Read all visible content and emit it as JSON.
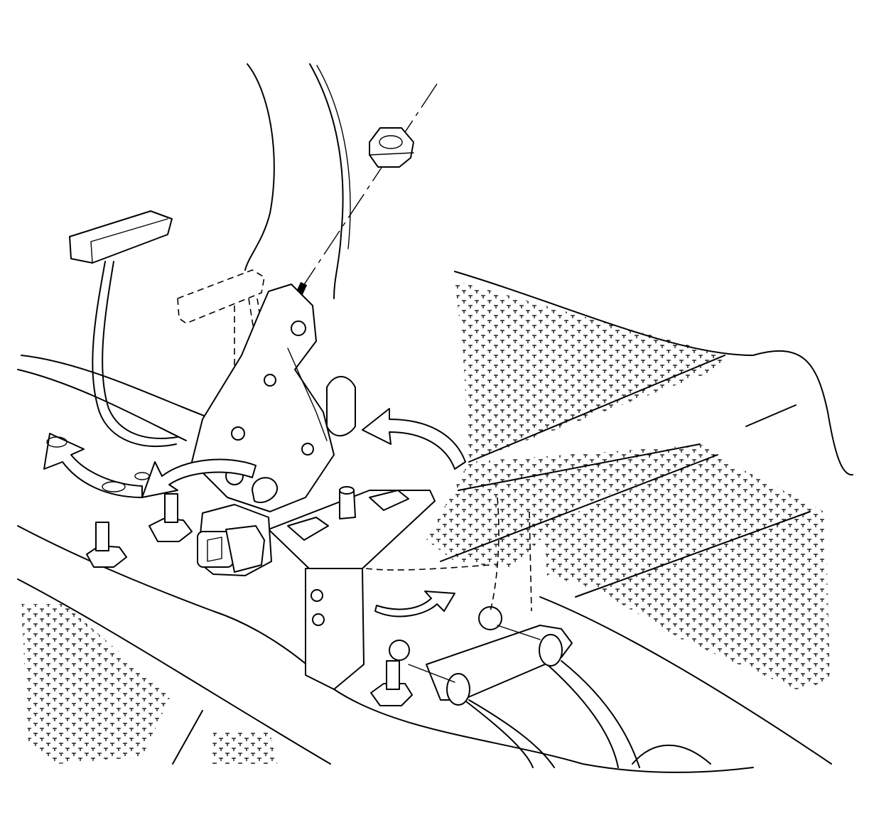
{
  "figure": {
    "style": "black line-art technical illustration",
    "components": [
      "parking-brake-pedal",
      "pedal-mounting-bracket",
      "retaining-nut",
      "mounting-studs",
      "electrical-connector",
      "brake-cables",
      "carpet-floor",
      "direction-arrows"
    ],
    "arrow_count": 4,
    "colors": {
      "line": "#000000",
      "background": "#ffffff"
    }
  }
}
